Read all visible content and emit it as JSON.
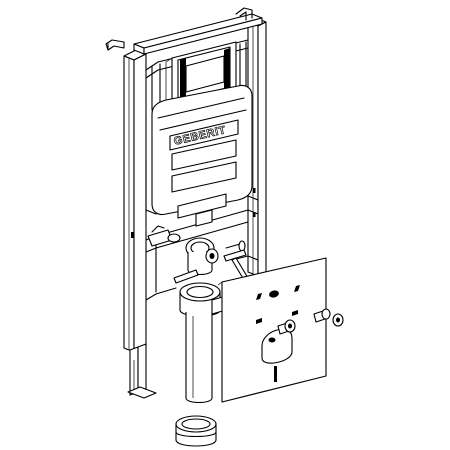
{
  "diagram": {
    "brand_label": "GEBERIT",
    "parts": [
      "frame-left-post",
      "frame-right-post",
      "top-mounting-bracket",
      "flush-actuator-opening",
      "concealed-cistern",
      "flush-pipe-bend",
      "drain-pipe",
      "pipe-end-cap",
      "wall-protection-plate",
      "fixing-bolt-stud",
      "fixing-washer"
    ],
    "colors": {
      "line": "#000000",
      "fill": "#ffffff"
    }
  }
}
